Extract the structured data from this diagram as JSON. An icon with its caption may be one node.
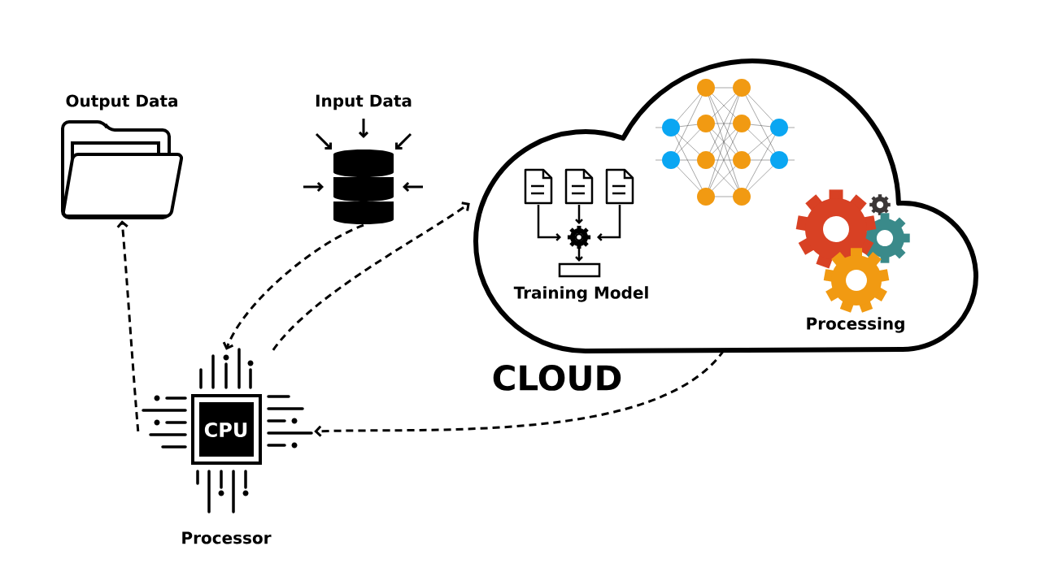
{
  "diagram": {
    "nodes": [
      {
        "text": [
          "Output Data"
        ]
      },
      {
        "text": [
          "Input Data"
        ]
      },
      {
        "text": [
          "CLOUD"
        ]
      },
      {
        "text": [
          "Training Model"
        ],
        "in": 2
      },
      {
        "text": [
          "Processing"
        ],
        "in": 2
      },
      {
        "text": [
          "CPU",
          "Processor"
        ]
      }
    ],
    "edges": [
      {
        "from": 5,
        "to": 0,
        "arrow": "to",
        "style": "dashed"
      },
      {
        "from": 1,
        "to": 5,
        "arrow": "to",
        "style": "dashed"
      },
      {
        "from": 5,
        "to": 2,
        "arrow": "to",
        "style": "dashed"
      },
      {
        "from": 2,
        "to": 5,
        "arrow": "to",
        "style": "dashed"
      }
    ]
  }
}
